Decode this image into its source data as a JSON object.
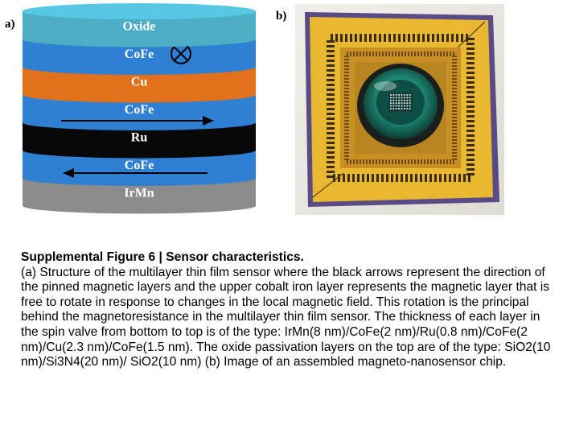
{
  "panel_a": {
    "label": "a)",
    "layers": [
      {
        "name": "Oxide",
        "color": "#4baec5",
        "symbol": ""
      },
      {
        "name": "CoFe",
        "color": "#2f7fd3",
        "symbol": "circle-x"
      },
      {
        "name": "Cu",
        "color": "#e2711c",
        "symbol": ""
      },
      {
        "name": "CoFe",
        "color": "#2f7fd3",
        "symbol": "arrow-right"
      },
      {
        "name": "Ru",
        "color": "#080808",
        "symbol": ""
      },
      {
        "name": "CoFe",
        "color": "#2f7fd3",
        "symbol": "arrow-left"
      },
      {
        "name": "IrMn",
        "color": "#8c8c8c",
        "symbol": ""
      }
    ]
  },
  "panel_b": {
    "label": "b)"
  },
  "caption": {
    "title": "Supplemental Figure 6 | Sensor characteristics.",
    "body": "(a) Structure of the multilayer thin film sensor where the black arrows represent the direction of the pinned magnetic layers and the upper cobalt iron layer represents the magnetic layer that is free to rotate in response to changes in the local magnetic field.  This rotation is the principal behind the magnetoresistance in the multilayer thin film sensor.  The thickness of each layer in the spin valve from bottom to top is of the type: IrMn(8 nm)/CoFe(2 nm)/Ru(0.8 nm)/CoFe(2 nm)/Cu(2.3 nm)/CoFe(1.5 nm).  The oxide passivation layers on the top are of the type: SiO2(10 nm)/Si3N4(20 nm)/ SiO2(10 nm)  (b)  Image of an assembled magneto-nanosensor chip."
  }
}
